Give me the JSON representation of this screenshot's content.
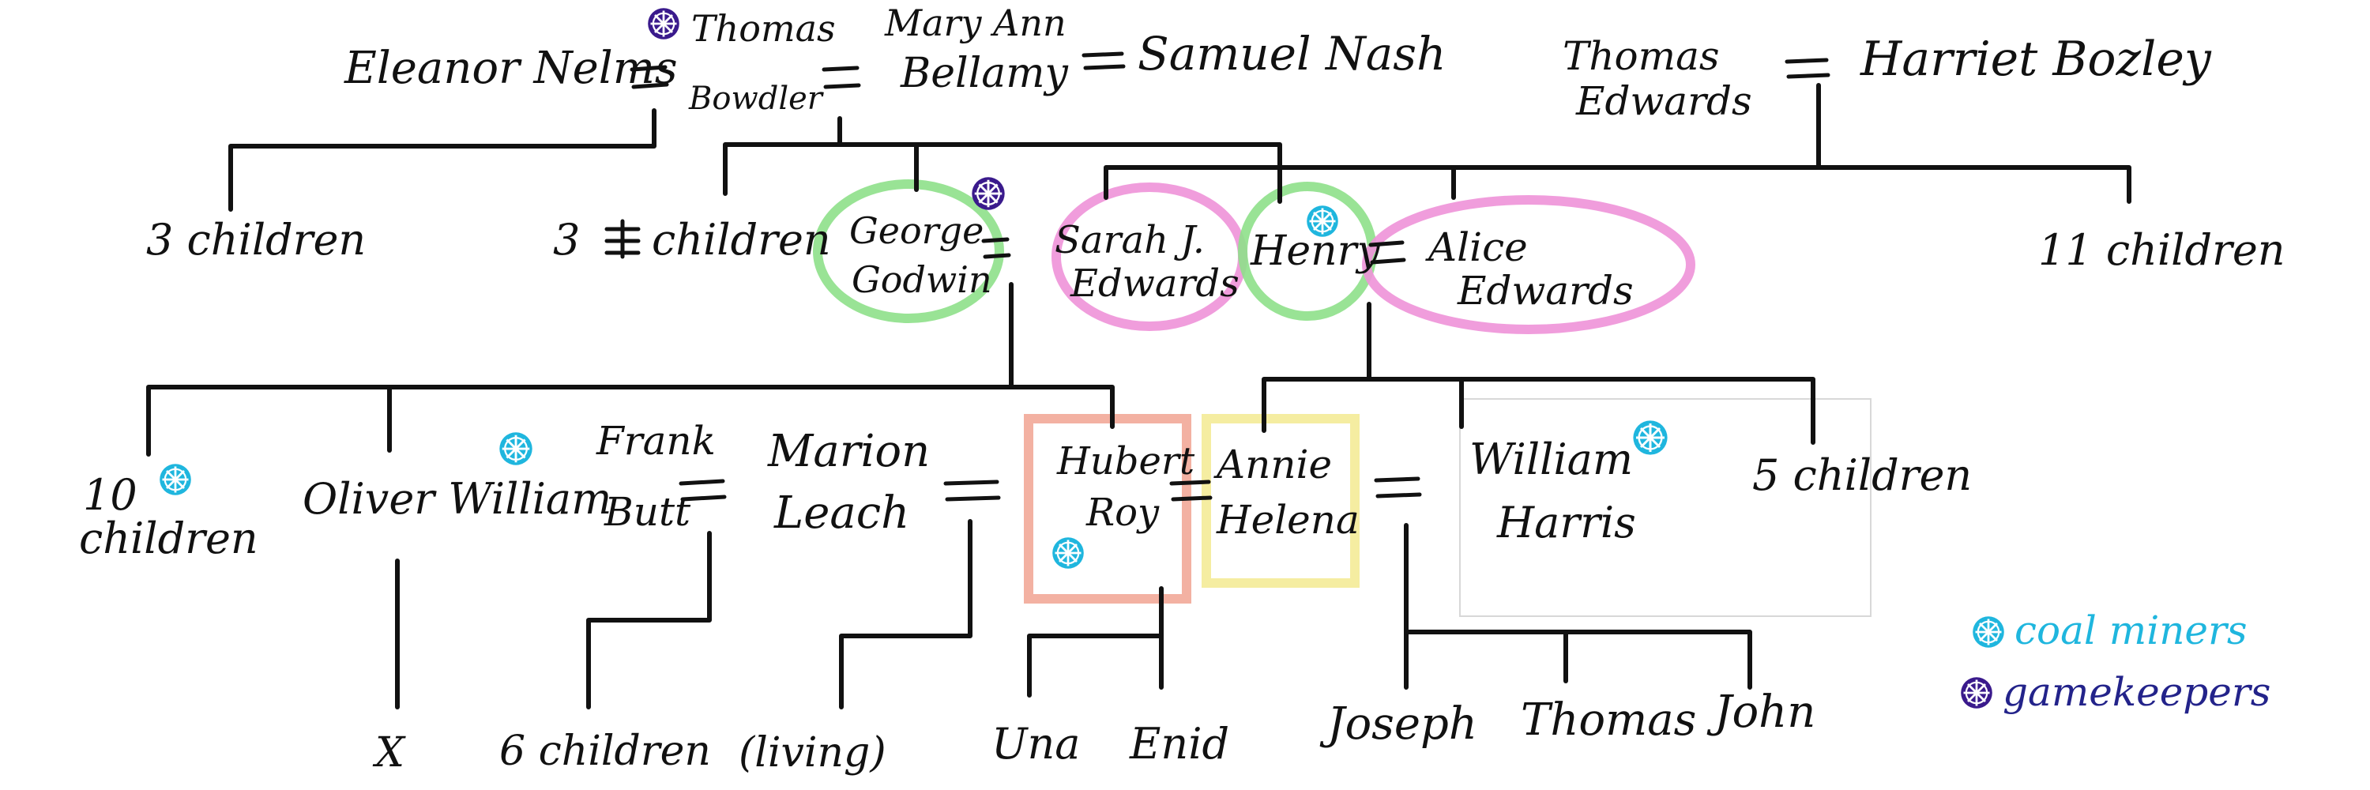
{
  "colors": {
    "ink": "#111111",
    "coal_miner_icon": "#1fb6de",
    "gamekeeper_icon": "#3a1a8c",
    "green_circle": "#8ee08a",
    "pink_circle": "#ee92d8",
    "salmon_box": "#f2a898",
    "yellow_box": "#f4ec9c",
    "legend_coal_text": "#1fb6de",
    "legend_game_text": "#23238a"
  },
  "people": {
    "eleanor_nelms": "Eleanor Nelms",
    "thomas_bowdler_1": "Thomas",
    "thomas_bowdler_2": "Bowdler",
    "mary_ann_bellamy_1": "Mary Ann",
    "mary_ann_bellamy_2": "Bellamy",
    "samuel_nash": "Samuel Nash",
    "thomas_edwards_1": "Thomas",
    "thomas_edwards_2": "Edwards",
    "harriet_bozley": "Harriet Bozley",
    "children_3": "3 children",
    "children_3_crossed_prefix": "3",
    "children_3_crossed_rest": "children",
    "george_godwin_1": "George",
    "george_godwin_2": "Godwin",
    "sarah_edwards_1": "Sarah J.",
    "sarah_edwards_2": "Edwards",
    "henry": "Henry",
    "alice_edwards_1": "Alice",
    "alice_edwards_2": "Edwards",
    "children_11": "11 children",
    "children_10_1": "10",
    "children_10_2": "children",
    "oliver_william": "Oliver William",
    "frank_butt_1": "Frank",
    "frank_butt_2": "Butt",
    "marion_leach_1": "Marion",
    "marion_leach_2": "Leach",
    "hubert_roy_1": "Hubert",
    "hubert_roy_2": "Roy",
    "annie_helena_1": "Annie",
    "annie_helena_2": "Helena",
    "william_harris_1": "William",
    "william_harris_2": "Harris",
    "children_5": "5 children",
    "x_mark": "X",
    "children_6": "6 children",
    "living": "(living)",
    "una": "Una",
    "enid": "Enid",
    "joseph": "Joseph",
    "thomas_child": "Thomas",
    "john": "John"
  },
  "legend": {
    "coal_miners": "coal miners",
    "gamekeepers": "gamekeepers"
  },
  "icons": {
    "coal_miner": "coal-miner-wheel-icon",
    "gamekeeper": "gamekeeper-wheel-icon"
  }
}
